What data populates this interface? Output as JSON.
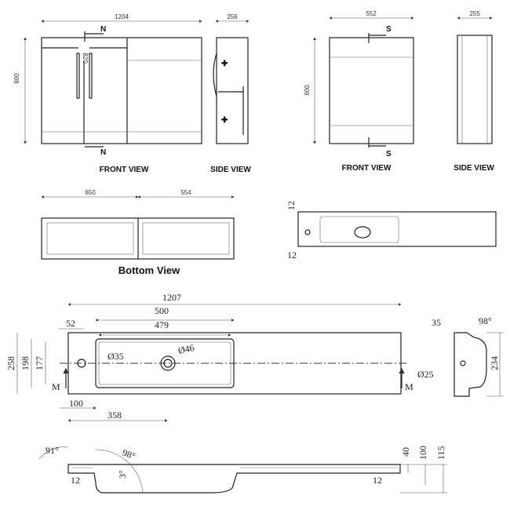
{
  "cabinet_1": {
    "front_view": {
      "label": "FRONT VIEW",
      "width": "1204",
      "height": "800",
      "section_depth": "820",
      "section_marker": "N"
    },
    "side_view": {
      "label": "SIDE VIEW",
      "depth": "256"
    },
    "bottom_view": {
      "label": "Bottom View",
      "left_width": "650",
      "right_width": "554"
    }
  },
  "cabinet_2": {
    "front_view": {
      "label": "FRONT VIEW",
      "width": "552",
      "height": "800",
      "section_marker": "S"
    },
    "side_view": {
      "label": "SIDE VIEW",
      "depth": "255"
    }
  },
  "basin_top_small": {
    "top_offset": "12",
    "side_offset": "12"
  },
  "basin_plan": {
    "overall_width": "1207",
    "bowl_outer": "500",
    "bowl_inner": "479",
    "tap_offset": "52",
    "depth_overall": "258",
    "depth_198": "198",
    "depth_177": "177",
    "tap_hole": "Ø35",
    "waste_hole": "Ø46",
    "bowl_start": "100",
    "waste_position": "358",
    "section_marker": "M"
  },
  "basin_section_side": {
    "top": "35",
    "angle": "98°",
    "depth": "234",
    "hole": "Ø25"
  },
  "basin_section_front": {
    "angle_left": "91°",
    "angle_bowl": "98°",
    "angle_floor": "3°",
    "rim_left": "12",
    "rim_right": "12",
    "h40": "40",
    "h100": "100",
    "h115": "115"
  }
}
